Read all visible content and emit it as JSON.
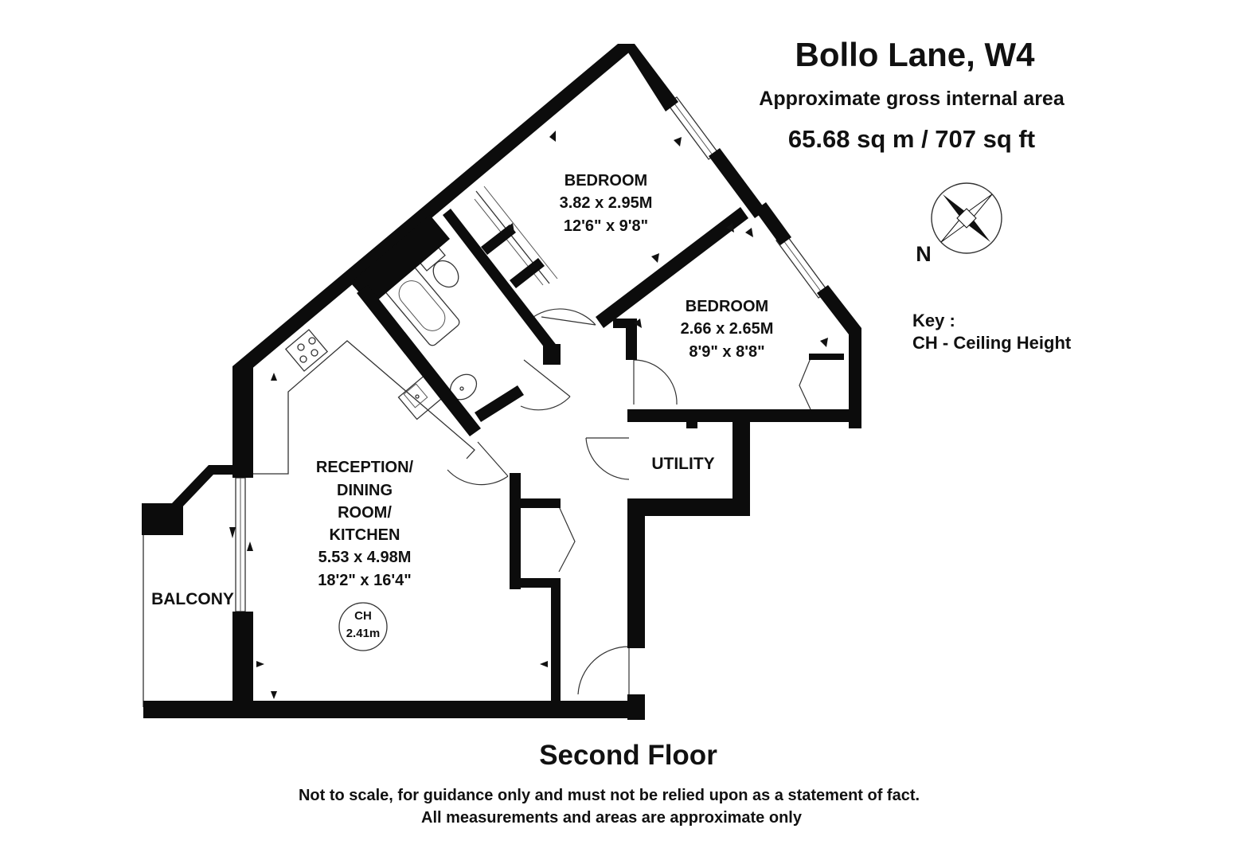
{
  "header": {
    "title": "Bollo Lane, W4",
    "subtitle": "Approximate gross internal area",
    "area": "65.68 sq m / 707 sq ft"
  },
  "compass": {
    "label": "N",
    "icon": "compass-rose-icon"
  },
  "key": {
    "title": "Key :",
    "entry": "CH - Ceiling Height"
  },
  "rooms": {
    "bedroom1": {
      "name": "BEDROOM",
      "metric": "3.82 x 2.95M",
      "imperial": "12'6\" x 9'8\""
    },
    "bedroom2": {
      "name": "BEDROOM",
      "metric": "2.66 x 2.65M",
      "imperial": "8'9\" x 8'8\""
    },
    "reception": {
      "line1": "RECEPTION/",
      "line2": "DINING",
      "line3": "ROOM/",
      "line4": "KITCHEN",
      "metric": "5.53 x 4.98M",
      "imperial": "18'2\" x 16'4\""
    },
    "utility": {
      "name": "UTILITY"
    },
    "balcony": {
      "name": "BALCONY"
    }
  },
  "ceiling_height": {
    "label": "CH",
    "value": "2.41m"
  },
  "footer": {
    "floor": "Second Floor",
    "disclaimer1": "Not to scale, for guidance only and must not be relied upon as a statement of fact.",
    "disclaimer2": "All measurements and areas are approximate only"
  }
}
